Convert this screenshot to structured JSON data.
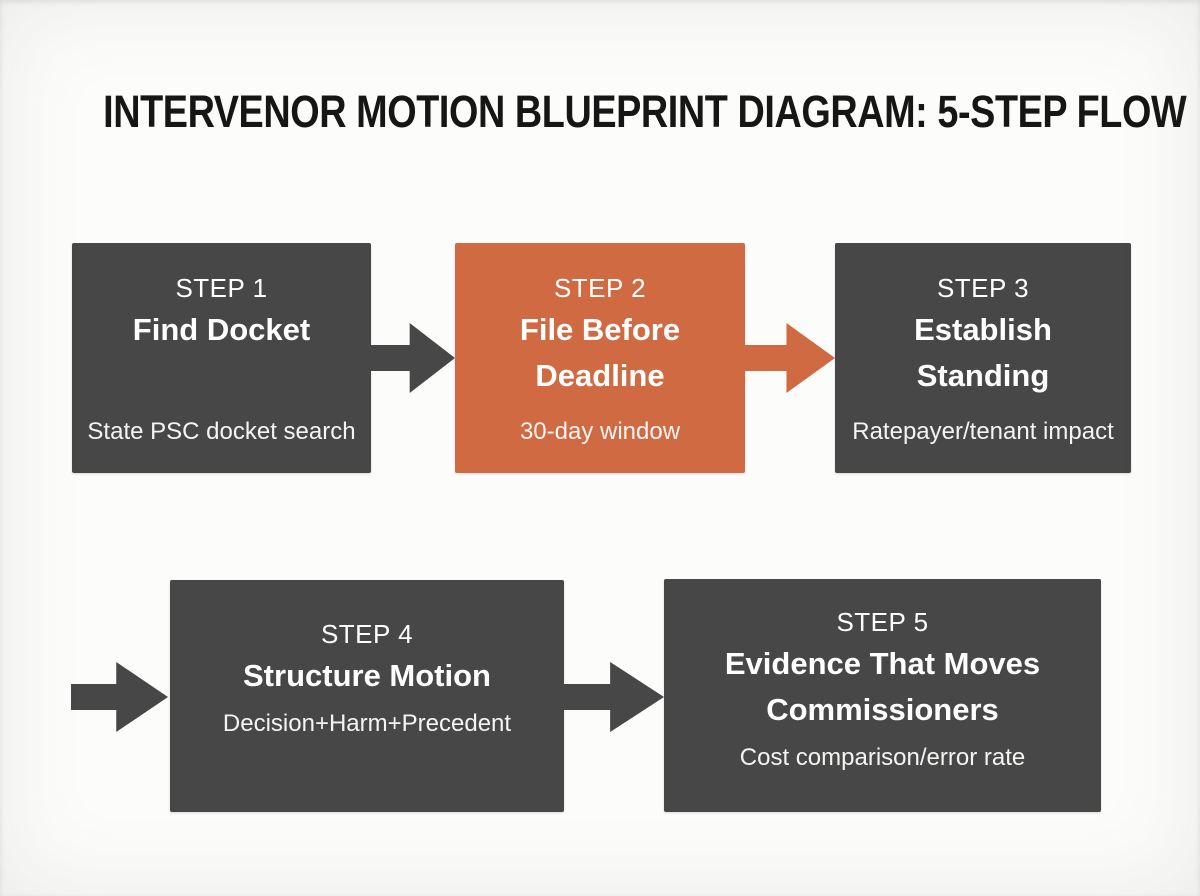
{
  "title": "INTERVENOR MOTION BLUEPRINT DIAGRAM: 5-STEP FLOW",
  "colors": {
    "dark": "#474747",
    "accent": "#d06a42",
    "text_light": "#ffffff",
    "background": "#fcfcfa"
  },
  "steps": [
    {
      "label": "STEP 1",
      "name": "Find Docket",
      "subtitle": "State PSC docket search",
      "highlighted": false
    },
    {
      "label": "STEP 2",
      "name": "File Before Deadline",
      "subtitle": "30-day window",
      "highlighted": true
    },
    {
      "label": "STEP 3",
      "name": "Establish Standing",
      "subtitle": "Ratepayer/tenant impact",
      "highlighted": false
    },
    {
      "label": "STEP 4",
      "name": "Structure Motion",
      "subtitle": "Decision+Harm+Precedent",
      "highlighted": false
    },
    {
      "label": "STEP 5",
      "name": "Evidence That Moves Commissioners",
      "subtitle": "Cost comparison/error rate",
      "highlighted": false
    }
  ],
  "arrows": [
    {
      "from": "step-1",
      "to": "step-2",
      "color_role": "dark"
    },
    {
      "from": "step-2",
      "to": "step-3",
      "color_role": "accent"
    },
    {
      "from": "flow-wrap",
      "to": "step-4",
      "color_role": "dark"
    },
    {
      "from": "step-4",
      "to": "step-5",
      "color_role": "dark"
    }
  ]
}
